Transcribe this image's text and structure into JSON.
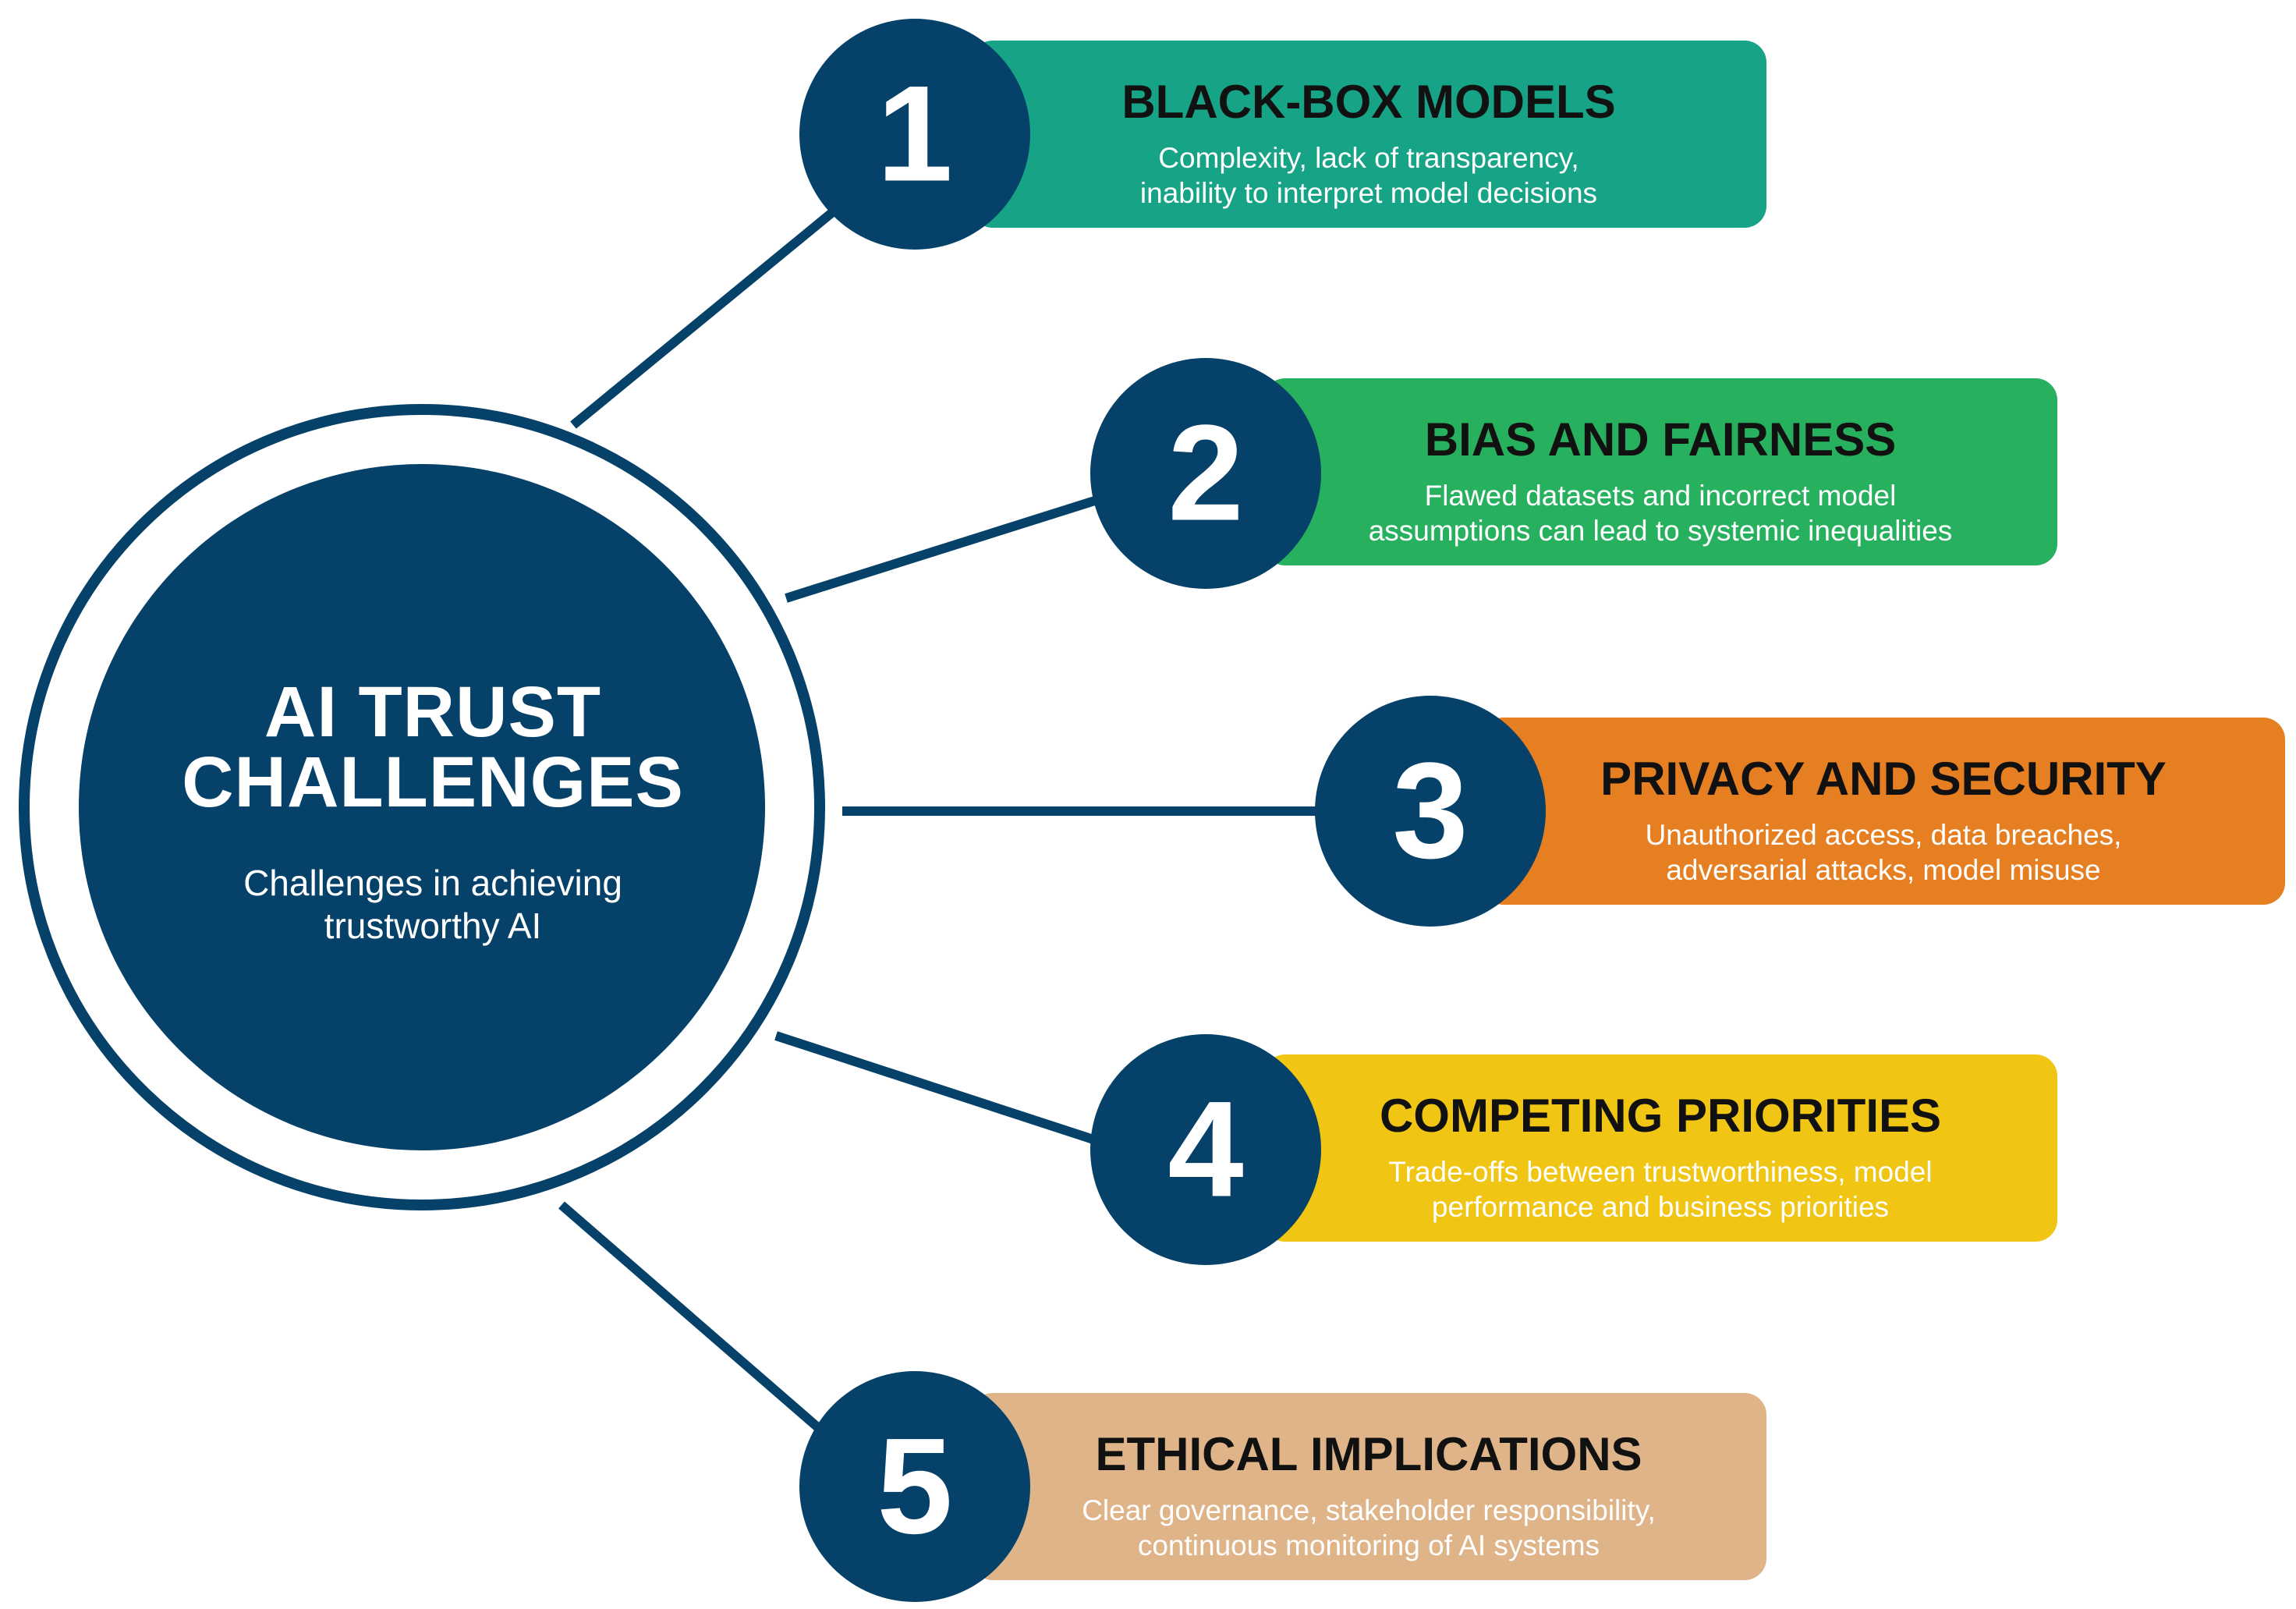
{
  "hub": {
    "title_line1": "AI TRUST",
    "title_line2": "CHALLENGES",
    "subtitle_line1": "Challenges in achieving",
    "subtitle_line2": "trustworthy AI"
  },
  "colors": {
    "navy": "#054168",
    "teal": "#17A386",
    "green": "#27B15E",
    "orange": "#E67E22",
    "yellow": "#F0C513",
    "tan": "#DEB488"
  },
  "items": [
    {
      "number": "1",
      "title": "BLACK-BOX MODELS",
      "desc_line1": "Complexity, lack of transparency,",
      "desc_line2": "inability to interpret model decisions",
      "color": "#17A386"
    },
    {
      "number": "2",
      "title": "BIAS AND FAIRNESS",
      "desc_line1": "Flawed datasets and incorrect model",
      "desc_line2": "assumptions can lead to systemic inequalities",
      "color": "#27B15E"
    },
    {
      "number": "3",
      "title": "PRIVACY AND SECURITY",
      "desc_line1": "Unauthorized access, data breaches,",
      "desc_line2": "adversarial attacks,  model misuse",
      "color": "#E67E22"
    },
    {
      "number": "4",
      "title": "COMPETING PRIORITIES",
      "desc_line1": "Trade-offs between trustworthiness, model",
      "desc_line2": "performance and business priorities",
      "color": "#F0C513"
    },
    {
      "number": "5",
      "title": "ETHICAL IMPLICATIONS",
      "desc_line1": "Clear governance, stakeholder responsibility,",
      "desc_line2": "continuous monitoring of AI systems",
      "color": "#DEB488"
    }
  ]
}
